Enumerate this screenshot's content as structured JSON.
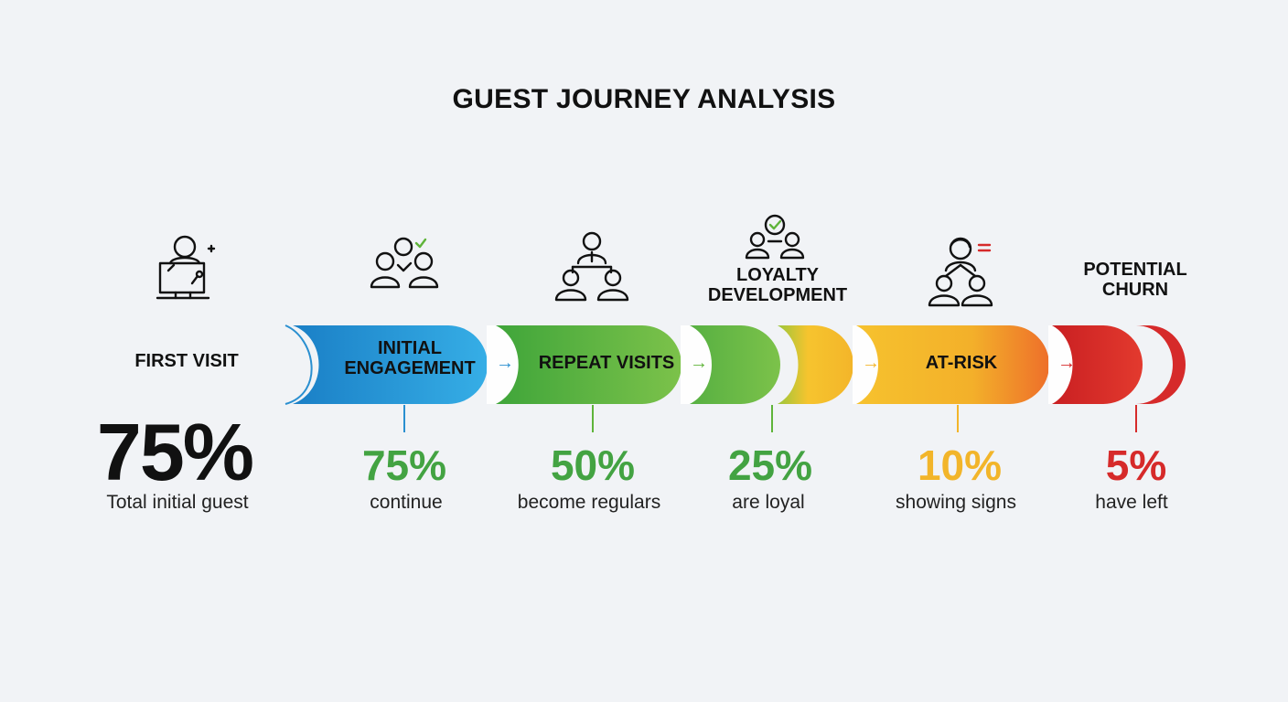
{
  "title": "GUEST JOURNEY ANALYSIS",
  "colors": {
    "blue": "#1f98d6",
    "green": "#5fb43a",
    "yellow": "#f4b82a",
    "orange": "#ef7b2a",
    "red": "#d62a2a",
    "text": "#111111"
  },
  "stages": [
    {
      "id": "first-visit",
      "label": "FIRST VISIT",
      "icon": "presenter-screen-icon",
      "value": "75%",
      "caption": "Total initial guest",
      "color": "#111111"
    },
    {
      "id": "initial-engagement",
      "label": "INITIAL ENGAGEMENT",
      "icon": "people-check-icon",
      "value": "75%",
      "caption": "continue",
      "color": "#43a342"
    },
    {
      "id": "repeat-visits",
      "label": "REPEAT VISITS",
      "icon": "team-hierarchy-icon",
      "value": "50%",
      "caption": "become regulars",
      "color": "#43a342"
    },
    {
      "id": "loyalty-development",
      "label": "LOYALTY DEVELOPMENT",
      "icon": "group-check-icon",
      "value": "25%",
      "caption": "are loyal",
      "color": "#43a342"
    },
    {
      "id": "at-risk",
      "label": "AT-RISK",
      "icon": "person-equals-icon",
      "value": "10%",
      "caption": "showing signs",
      "color": "#f2b52a"
    },
    {
      "id": "potential-churn",
      "label": "POTENTIAL CHURN",
      "icon": "",
      "value": "5%",
      "caption": "have left",
      "color": "#d62a2a"
    }
  ],
  "arrow_glyph": "→"
}
